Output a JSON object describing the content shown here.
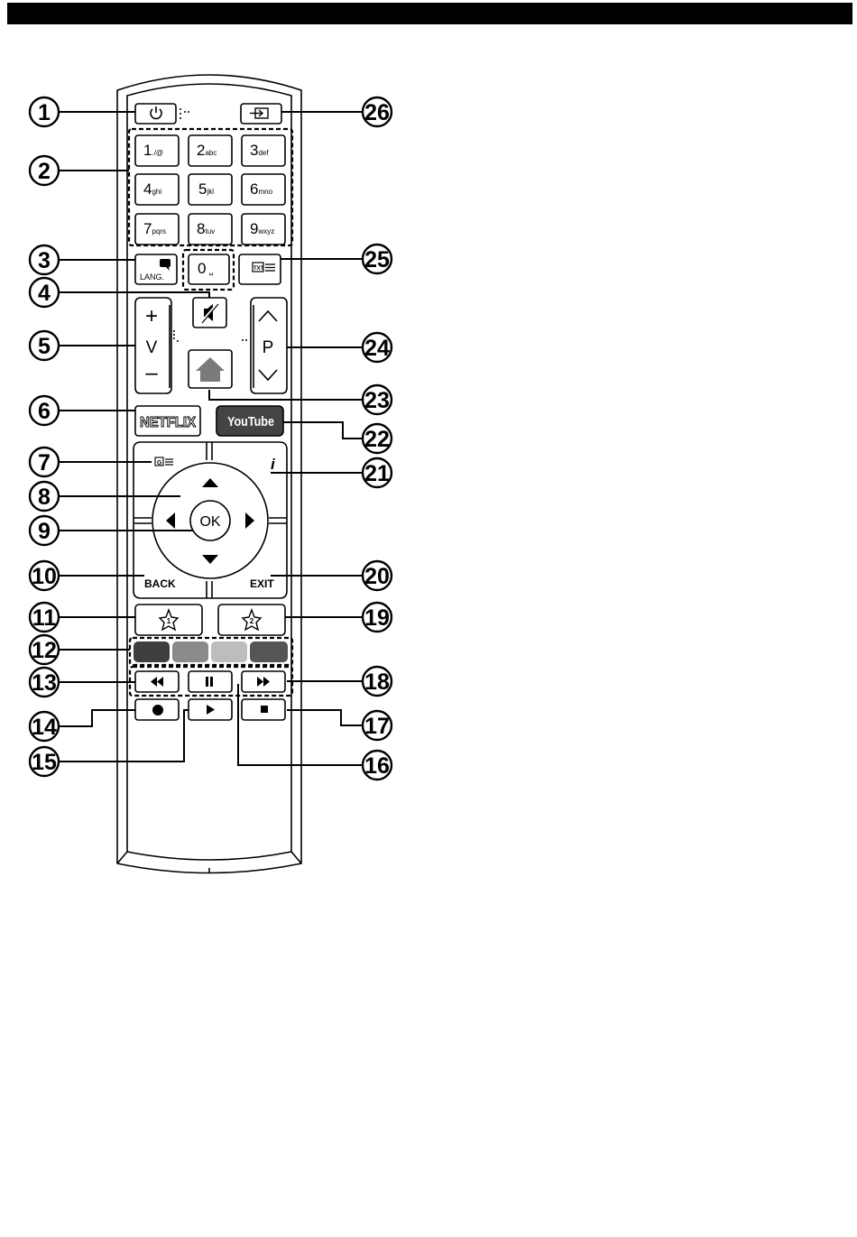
{
  "callouts": [
    "1",
    "2",
    "3",
    "4",
    "5",
    "6",
    "7",
    "8",
    "9",
    "10",
    "11",
    "12",
    "13",
    "14",
    "15",
    "16",
    "17",
    "18",
    "19",
    "20",
    "21",
    "22",
    "23",
    "24",
    "25",
    "26"
  ],
  "keypad": [
    {
      "digit": "1",
      "letters": "./@"
    },
    {
      "digit": "2",
      "letters": "abc"
    },
    {
      "digit": "3",
      "letters": "def"
    },
    {
      "digit": "4",
      "letters": "ghi"
    },
    {
      "digit": "5",
      "letters": "jkl"
    },
    {
      "digit": "6",
      "letters": "mno"
    },
    {
      "digit": "7",
      "letters": "pqrs"
    },
    {
      "digit": "8",
      "letters": "tuv"
    },
    {
      "digit": "9",
      "letters": "wxyz"
    },
    {
      "digit": "0",
      "letters": "␣"
    }
  ],
  "labels": {
    "lang": "LANG.",
    "txt": "TXT",
    "volume_plus": "+",
    "volume_letter": "V",
    "volume_minus": "–",
    "program_letter": "P",
    "netflix": "NETFLIX",
    "youtube": "YouTube",
    "guide": "G",
    "info": "i",
    "ok": "OK",
    "back": "BACK",
    "exit": "EXIT",
    "fav1": "1",
    "fav2": "2"
  },
  "colors": {
    "red_button": "#3e3e3e",
    "green_button": "#8a8a8a",
    "yellow_button": "#bdbdbd",
    "blue_button": "#555555",
    "youtube_bg": "#444444",
    "home_icon": "#7a7a7a"
  },
  "icons": {
    "power": "power-icon",
    "source": "source-input-icon",
    "mute": "mute-icon",
    "home": "home-icon",
    "rewind": "rewind-icon",
    "pause": "pause-icon",
    "fast_forward": "fast-forward-icon",
    "record": "record-icon",
    "play": "play-icon",
    "stop": "stop-icon"
  }
}
